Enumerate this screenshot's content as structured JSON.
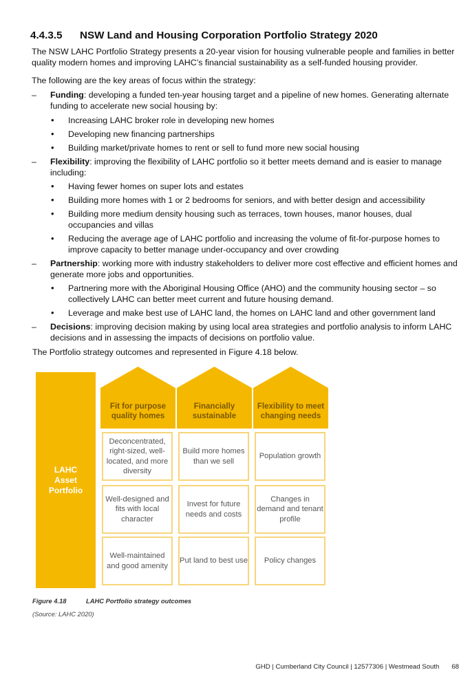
{
  "section": {
    "number": "4.4.3.5",
    "title": "NSW Land and Housing Corporation Portfolio Strategy 2020"
  },
  "intro": "The NSW LAHC Portfolio Strategy presents a 20-year vision for housing vulnerable people and families in better quality modern homes and improving LAHC’s financial sustainability as a self-funded housing provider.",
  "focus_intro": "The following are the key areas of focus within the strategy:",
  "areas": [
    {
      "term": "Funding",
      "desc": ": developing a funded ten-year housing target and a pipeline of new homes. Generating alternate funding to accelerate new social housing by:",
      "bullets": [
        "Increasing LAHC broker role in developing new homes",
        "Developing new financing partnerships",
        "Building market/private homes to rent or sell to fund more new social housing"
      ]
    },
    {
      "term": "Flexibility",
      "desc": ": improving the flexibility of LAHC portfolio so it better meets demand and is easier to manage including:",
      "bullets": [
        "Having fewer homes on super lots and estates",
        "Building more homes with 1 or 2 bedrooms for seniors, and with better design and accessibility",
        "Building more medium density housing such as terraces, town houses, manor houses, dual occupancies and villas",
        "Reducing the average age of LAHC portfolio and increasing the volume of fit-for-purpose homes to improve capacity to better manage under-occupancy and over crowding"
      ]
    },
    {
      "term": "Partnership",
      "desc": ": working more with industry stakeholders to deliver more cost effective and efficient homes and generate more jobs and opportunities.",
      "bullets": [
        "Partnering more with the Aboriginal Housing Office (AHO) and the community housing sector – so collectively LAHC can better meet current and future housing demand.",
        "Leverage and make best use of LAHC land, the homes on LAHC land and other government land"
      ]
    },
    {
      "term": "Decisions",
      "desc": ": improving decision making by using local area strategies and portfolio analysis to inform LAHC decisions and in assessing the impacts of decisions on portfolio value.",
      "bullets": []
    }
  ],
  "outcomes_intro": "The Portfolio strategy outcomes and represented in Figure 4.18 below.",
  "figure": {
    "left_label": "LAHC Asset Portfolio",
    "columns": [
      {
        "header": "Fit for purpose quality homes",
        "cells": [
          "Deconcentrated, right-sized, well-located, and more diversity",
          "Well-designed and fits with local character",
          "Well-maintained and good amenity"
        ]
      },
      {
        "header": "Financially sustainable",
        "cells": [
          "Build more homes than we sell",
          "Invest for future needs and costs",
          "Put land to best use"
        ]
      },
      {
        "header": "Flexibility to meet changing needs",
        "cells": [
          "Population growth",
          "Changes in demand and tenant profile",
          "Policy changes"
        ]
      }
    ],
    "colors": {
      "primary": "#f5b800",
      "cell_border": "#f7d57a",
      "header_text": "#7a5a00"
    }
  },
  "caption": {
    "number": "Figure 4.18",
    "title": "LAHC Portfolio strategy outcomes"
  },
  "source": "(Source: LAHC 2020)",
  "footer": {
    "text": "GHD | Cumberland City Council | 12577306 | Westmead South",
    "page": "68"
  },
  "markers": {
    "dash": "–",
    "bullet": "•"
  }
}
